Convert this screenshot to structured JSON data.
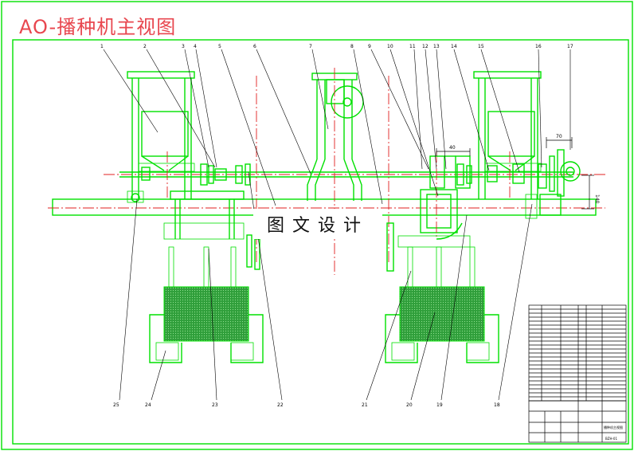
{
  "title": "AO-播种机主视图",
  "watermark": "图文设计",
  "dimensions": {
    "d70": "70",
    "d140": "140",
    "d40": "40"
  },
  "colors": {
    "part": "#00e000",
    "centerline": "#e02020",
    "hatch": "#2f9e3a",
    "title": "#e8474f"
  },
  "callouts_top": [
    "1",
    "2",
    "3",
    "4",
    "5",
    "6",
    "7",
    "8",
    "9",
    "10",
    "11",
    "12",
    "13",
    "14",
    "15",
    "16",
    "17"
  ],
  "callouts_bottom": [
    "25",
    "24",
    "23",
    "22",
    "21",
    "20",
    "19",
    "18"
  ],
  "title_block": {
    "drawing_number": "BZH-01",
    "name": "播种机主视图"
  }
}
